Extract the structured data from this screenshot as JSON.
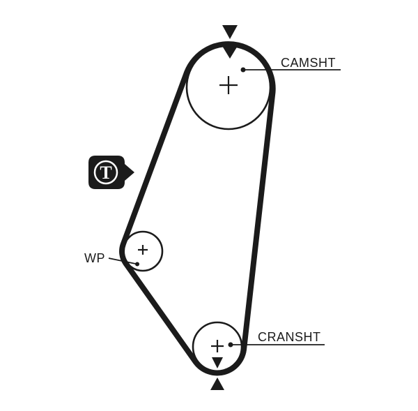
{
  "diagram": {
    "labels": {
      "camshaft": "CAMSHT",
      "water_pump": "WP",
      "crankshaft": "CRANSHT",
      "tensioner": "T"
    },
    "marks": {
      "top_outer_arrow": "▼",
      "top_inner_arrow": "▼",
      "bottom_inner_arrow": "▼",
      "bottom_outer_arrow": "▲",
      "pulley_center_mark": "+"
    },
    "colors": {
      "ink": "#1b1b1b",
      "background": "#ffffff"
    }
  }
}
